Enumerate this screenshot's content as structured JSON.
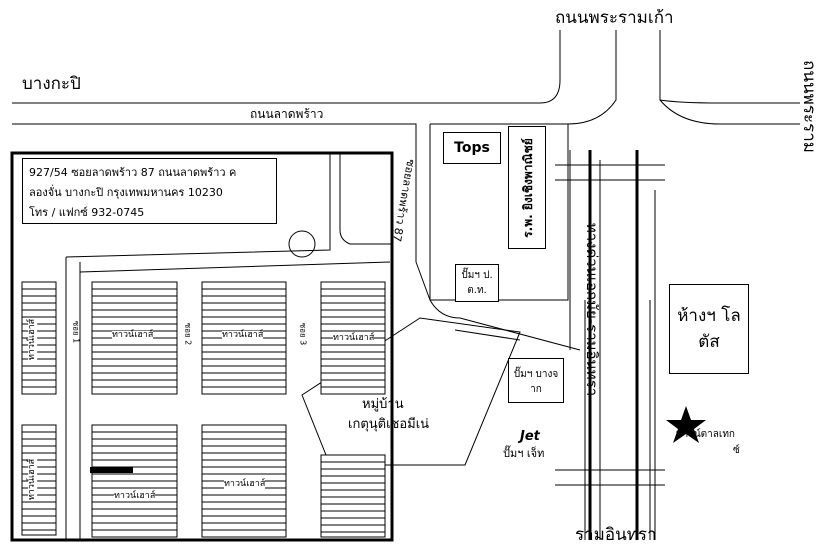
{
  "roads": {
    "phra_ram_kao": "ถนนพระรามเก้า",
    "bang_kapi": "บางกะปิ",
    "lat_phrao_road": "ถนนลาดพร้าว",
    "soi_87": "ซอยลาดพร้าว 87",
    "expressway": "ทางด่วนเอกมัย-รามอินทรา",
    "ram_inthra": "รามอินทรา",
    "right_edge_road": "ถนนพระราม"
  },
  "address": {
    "line1": "927/54 ซอยลาดพร้าว 87 ถนนลาดพร้าว ค",
    "line2": "ลองจั่น บางกะปิ กรุงเทพมหานคร 10230",
    "line3": "โทร / แฟกซ์ 932-0745"
  },
  "landmarks": {
    "tops": "Tops",
    "hospital": "ร.พ. ยิงเชิงพาณิชย์",
    "ptt_line1": "ปั๊มฯ ป.",
    "ptt_line2": "ต.ท.",
    "bangchak_line1": "ปั๊มฯ บางจ",
    "bangchak_line2": "าก",
    "jet_logo": "Jet",
    "jet_label": "ปั๊มฯ เจ็ท",
    "lotus_line1": "ห้างฯ โล",
    "lotus_line2": "ตัส",
    "destination_line1": "ทาวน์ตาลเทก",
    "destination_line2": "ซ์",
    "village_line1": "หมู่บ้าน",
    "village_line2": "เกตุนุติเชอมีเน่"
  },
  "townhouses": {
    "label": "ทาวน์เฮาส์",
    "soi_1": "ซอย 1",
    "soi_2": "ซอย 2",
    "soi_3": "ซอย 3"
  }
}
